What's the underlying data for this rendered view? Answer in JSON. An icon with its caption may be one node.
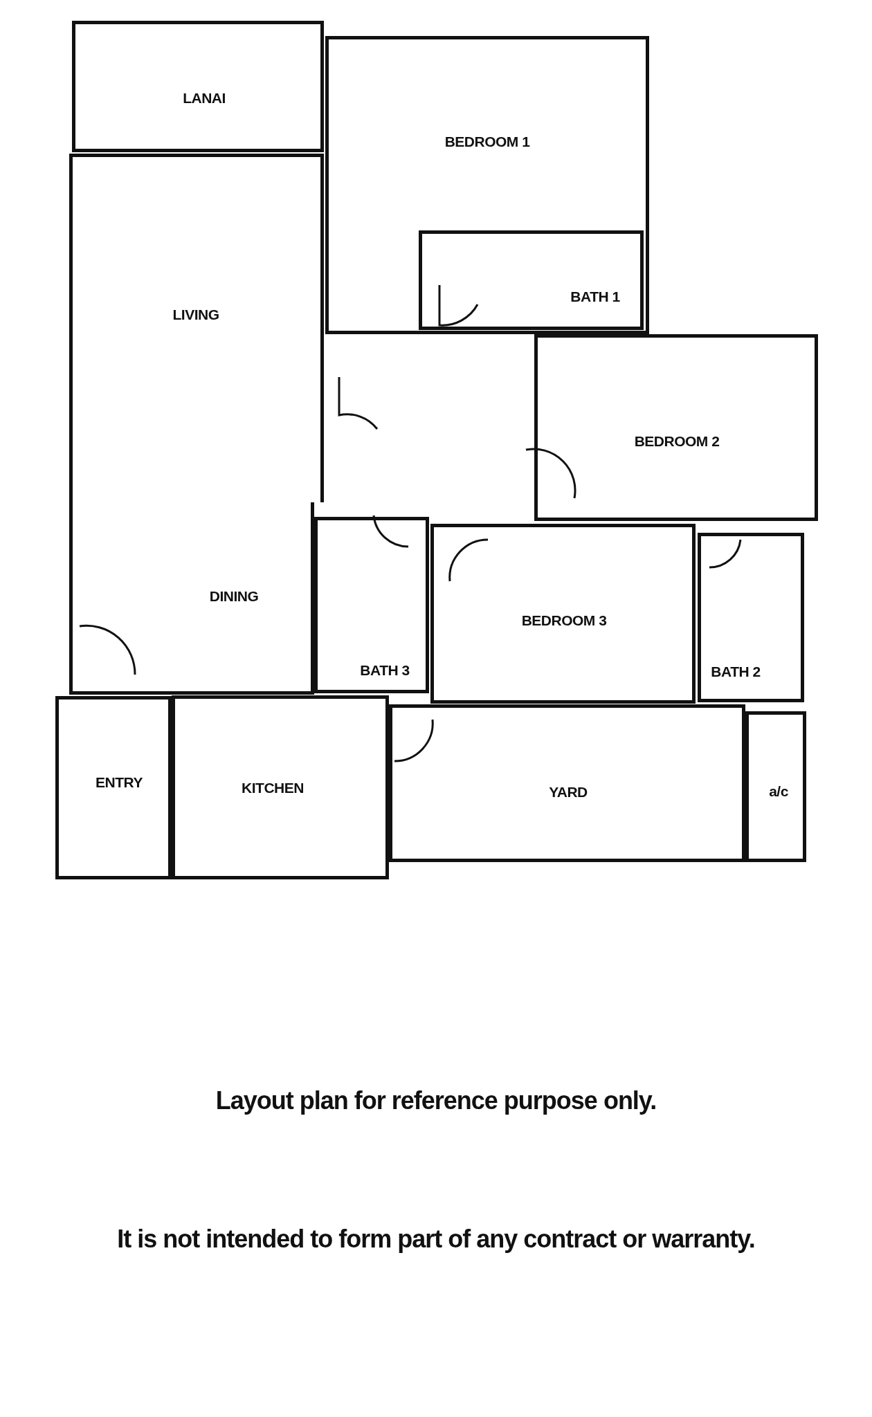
{
  "diagram": {
    "nodes": [
      {
        "text": [
          "LANAI"
        ]
      },
      {
        "text": [
          "BEDROOM 1"
        ]
      },
      {
        "text": [
          "BATH 1"
        ],
        "in": 1
      },
      {
        "text": [
          "LIVING"
        ]
      },
      {
        "text": [
          "BEDROOM 2"
        ]
      },
      {
        "text": [
          "DINING"
        ]
      },
      {
        "text": [
          "BATH 3"
        ]
      },
      {
        "text": [
          "BEDROOM 3"
        ]
      },
      {
        "text": [
          "BATH 2"
        ]
      },
      {
        "text": [
          "ENTRY"
        ]
      },
      {
        "text": [
          "KITCHEN"
        ]
      },
      {
        "text": [
          "YARD"
        ]
      },
      {
        "text": [
          "a/c"
        ]
      }
    ],
    "edges": [],
    "labels": [
      "Layout plan for reference purpose only.",
      "It is not intended to form part of any contract or warranty."
    ]
  }
}
